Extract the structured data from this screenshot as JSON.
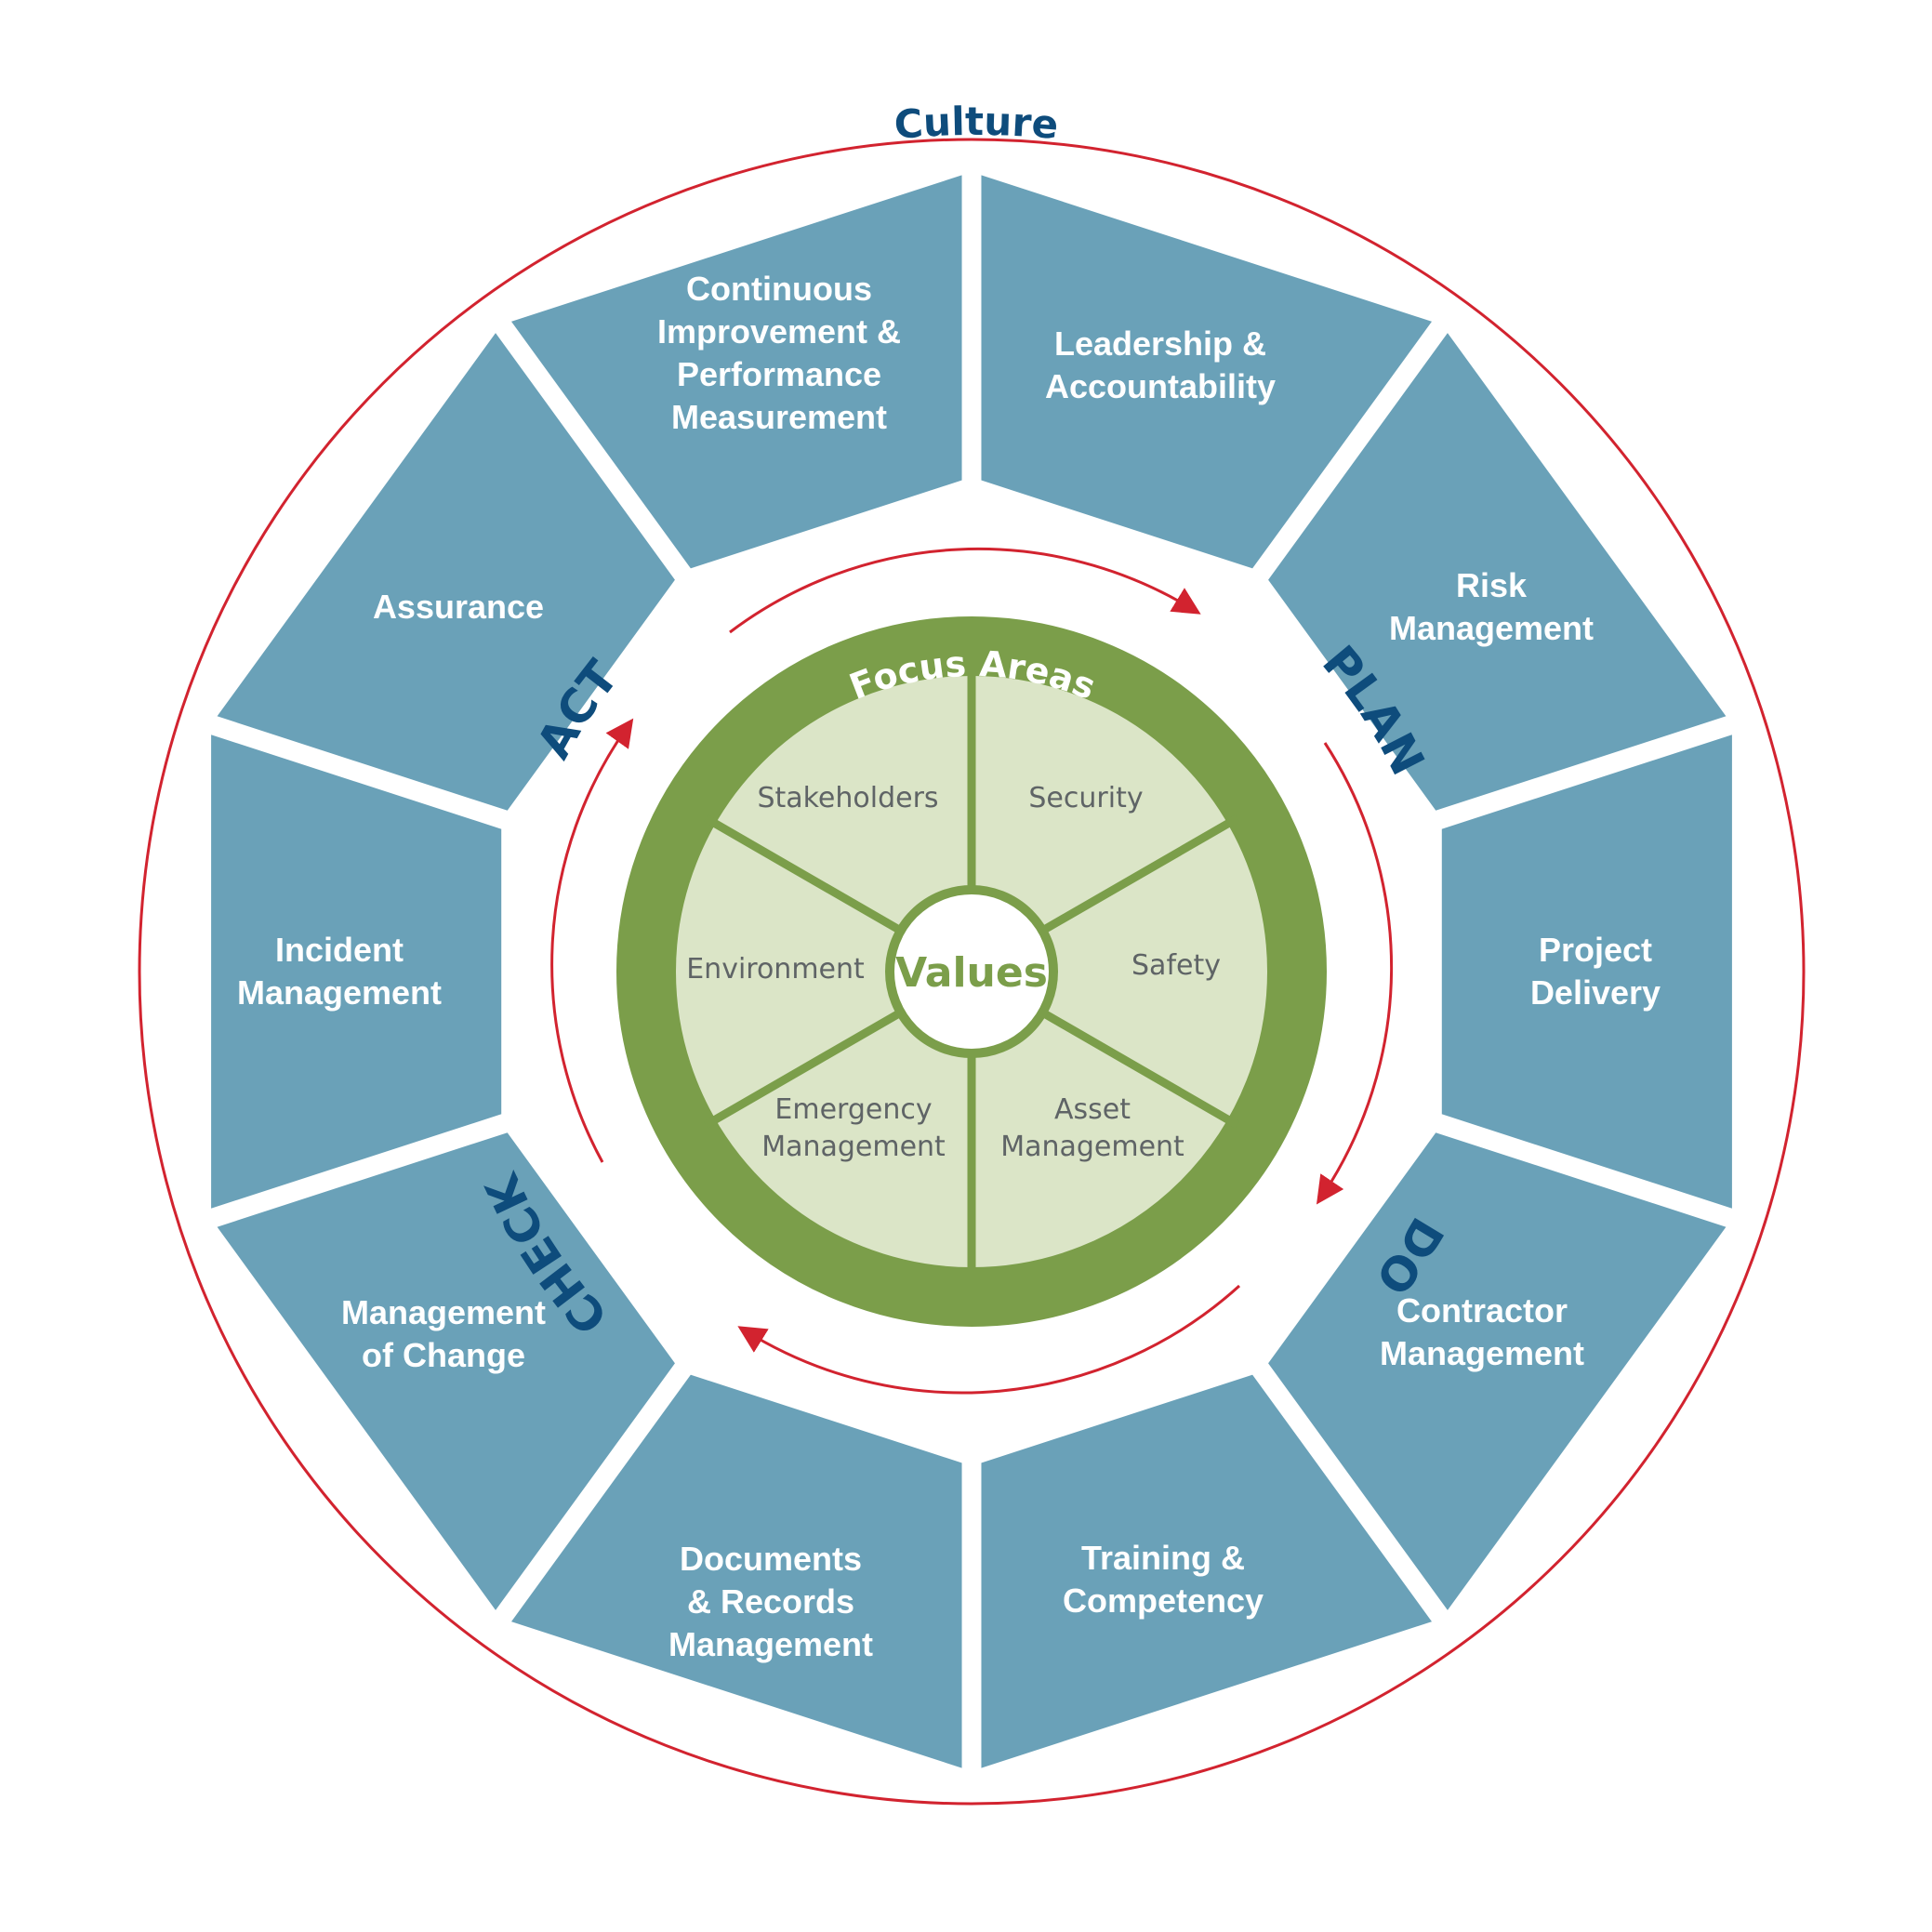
{
  "culture": {
    "label": "Culture"
  },
  "outer_segments": [
    {
      "lines": [
        "Leadership &",
        "Accountability"
      ]
    },
    {
      "lines": [
        "Risk",
        "Management"
      ]
    },
    {
      "lines": [
        "Project",
        "Delivery"
      ]
    },
    {
      "lines": [
        "Contractor",
        "Management"
      ]
    },
    {
      "lines": [
        "Training &",
        "Competency"
      ]
    },
    {
      "lines": [
        "Documents",
        "& Records",
        "Management"
      ]
    },
    {
      "lines": [
        "Management",
        "of Change"
      ]
    },
    {
      "lines": [
        "Incident",
        "Management"
      ]
    },
    {
      "lines": [
        "Assurance"
      ]
    },
    {
      "lines": [
        "Continuous",
        "Improvement &",
        "Performance",
        "Measurement"
      ]
    }
  ],
  "cycle": {
    "phases": [
      "PLAN",
      "DO",
      "CHECK",
      "ACT"
    ]
  },
  "focus_ring": {
    "title": "Focus Areas"
  },
  "focus_areas": [
    {
      "lines": [
        "Security"
      ]
    },
    {
      "lines": [
        "Safety"
      ]
    },
    {
      "lines": [
        "Asset",
        "Management"
      ]
    },
    {
      "lines": [
        "Emergency",
        "Management"
      ]
    },
    {
      "lines": [
        "Environment"
      ]
    },
    {
      "lines": [
        "Stakeholders"
      ]
    }
  ],
  "center": {
    "label": "Values"
  },
  "colors": {
    "outer_segment": "#6aa1b8",
    "culture_ring": "#d2232f",
    "cycle_arrow": "#d2232f",
    "phase_text": "#0e4c7c",
    "focus_ring": "#7b9e4a",
    "focus_fill": "#dbe5c7",
    "focus_text": "#5f6466"
  }
}
